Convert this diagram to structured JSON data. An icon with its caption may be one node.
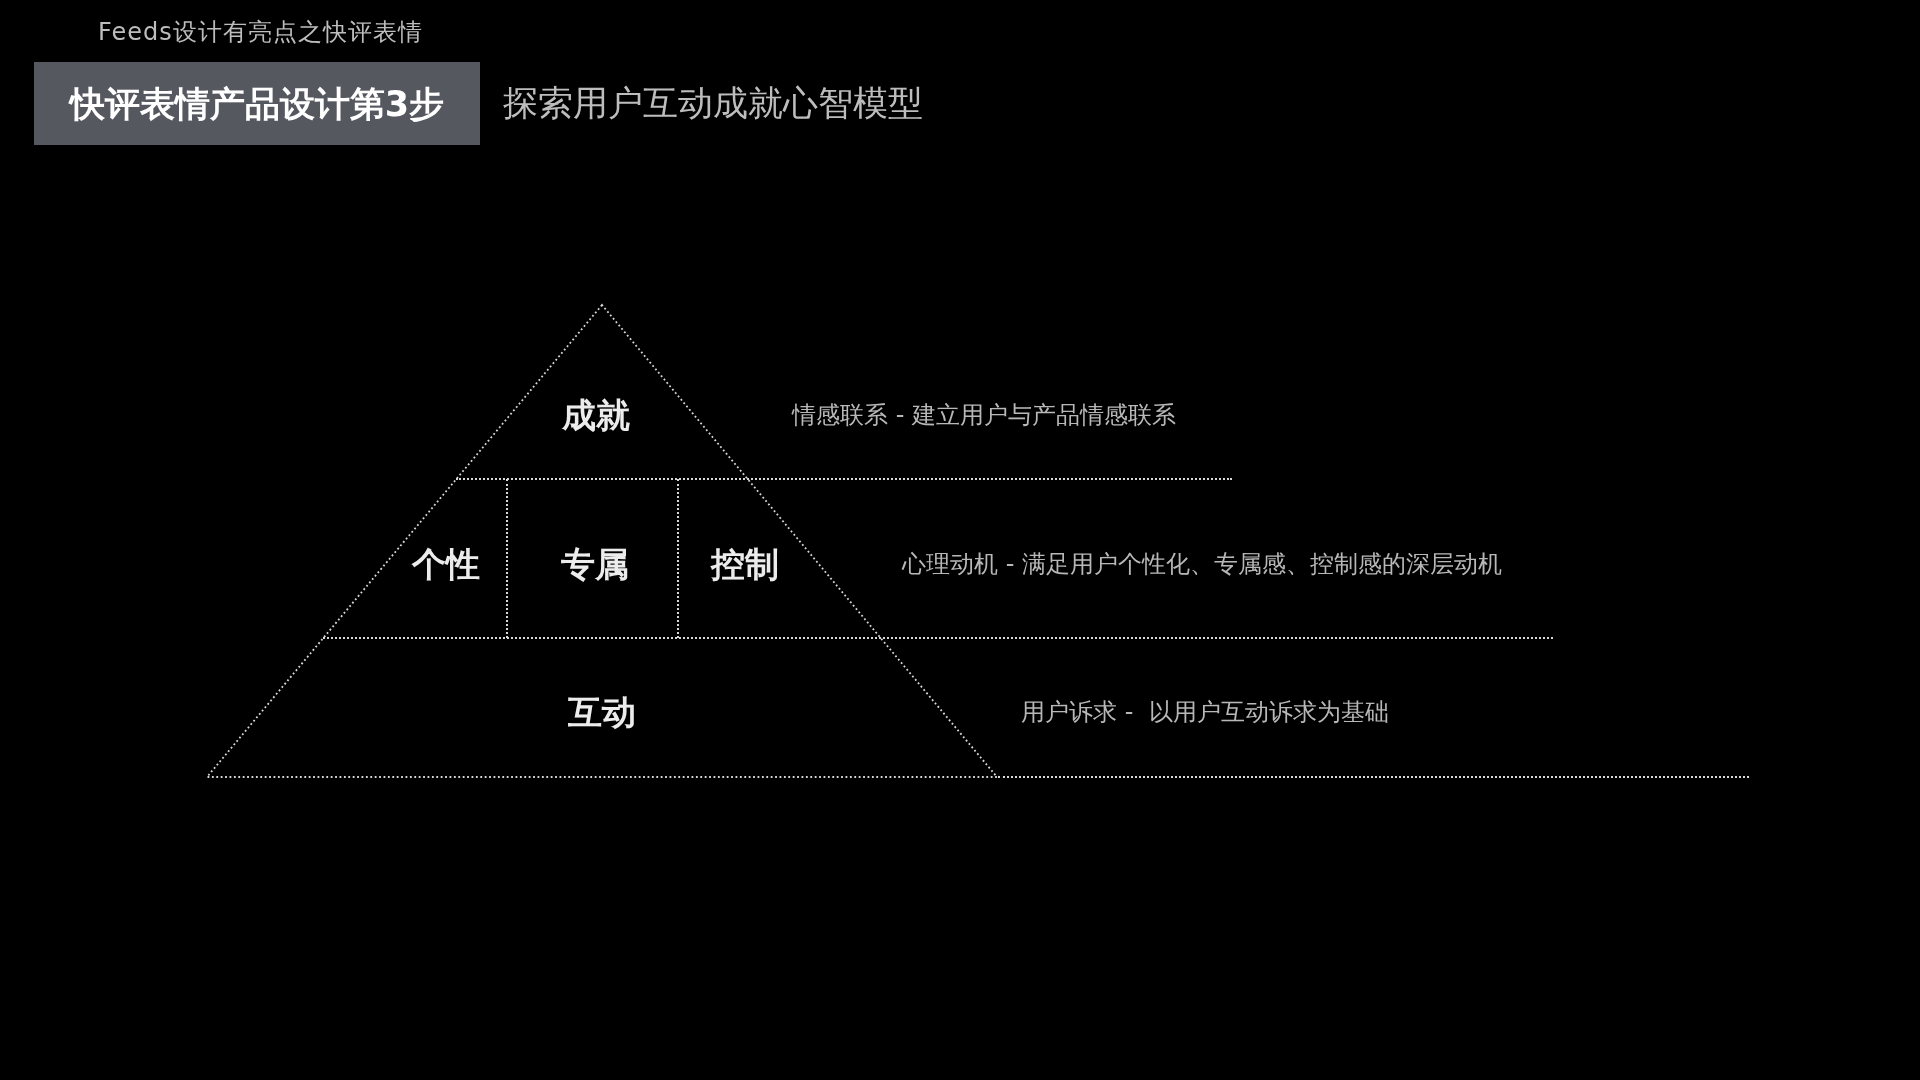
{
  "diagram": {
    "title": "探索用户互动成就心智模型",
    "nodes": [
      {
        "text": [
          "快评表情产品设计第3步"
        ]
      },
      {
        "text": [],
        "shape": "triangle"
      },
      {
        "text": [
          "成就"
        ],
        "in": 1
      },
      {
        "text": [
          "个性"
        ],
        "in": 1
      },
      {
        "text": [
          "专属"
        ],
        "in": 1
      },
      {
        "text": [
          "控制"
        ],
        "in": 1
      },
      {
        "text": [
          "互动"
        ],
        "in": 1
      }
    ],
    "labels": [
      "Feeds设计有亮点之快评表情",
      "情感联系 - 建立用户与产品情感联系",
      "心理动机 - 满足用户个性化、专属感、控制感的深层动机",
      "用户诉求 -  以用户互动诉求为基础"
    ]
  }
}
